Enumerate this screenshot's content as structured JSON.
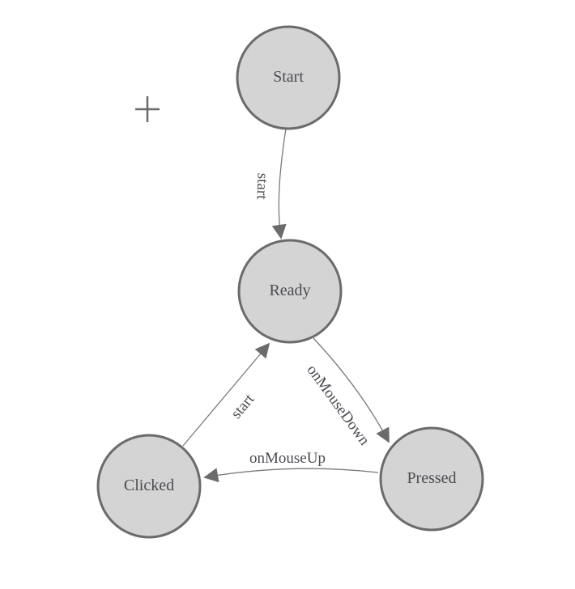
{
  "diagram": {
    "type": "state-machine",
    "nodes": {
      "start": {
        "label": "Start"
      },
      "ready": {
        "label": "Ready"
      },
      "clicked": {
        "label": "Clicked"
      },
      "pressed": {
        "label": "Pressed"
      }
    },
    "edges": {
      "start_to_ready": {
        "from": "Start",
        "to": "Ready",
        "label": "start"
      },
      "ready_to_pressed": {
        "from": "Ready",
        "to": "Pressed",
        "label": "onMouseDown"
      },
      "pressed_to_clicked": {
        "from": "Pressed",
        "to": "Clicked",
        "label": "onMouseUp"
      },
      "clicked_to_ready": {
        "from": "Clicked",
        "to": "Ready",
        "label": "start"
      }
    },
    "icons": {
      "plus": "+"
    },
    "colors": {
      "canvas_background": "#ffffff",
      "node_fill": "#d4d4d4",
      "node_stroke": "#6b6b6b",
      "edge_stroke": "#7a7a7a",
      "arrowhead_fill": "#6b6b6b",
      "label_text": "#4b4b52",
      "plus_icon": "#6a6a6a"
    }
  }
}
